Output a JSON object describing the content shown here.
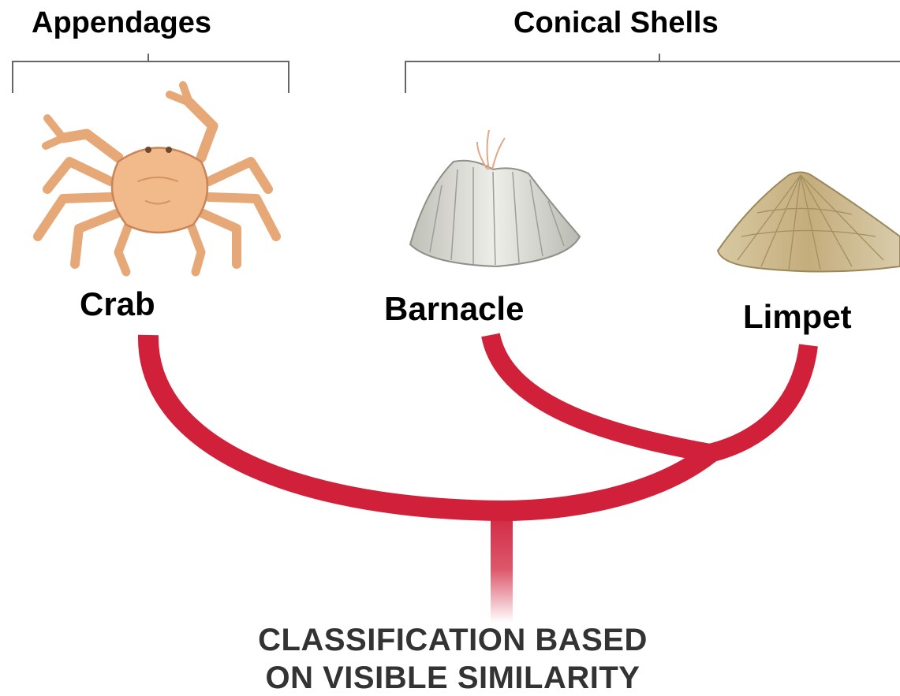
{
  "groups": {
    "appendages": "Appendages",
    "conical_shells": "Conical Shells"
  },
  "organisms": {
    "crab": "Crab",
    "barnacle": "Barnacle",
    "limpet": "Limpet"
  },
  "caption": {
    "line1": "CLASSIFICATION BASED",
    "line2": "ON VISIBLE SIMILARITY"
  },
  "colors": {
    "branch": "#d0203a",
    "bracket": "#666666",
    "crab": "#f2b98a",
    "barnacle": "#d9d9d0",
    "limpet": "#cdb98f"
  }
}
